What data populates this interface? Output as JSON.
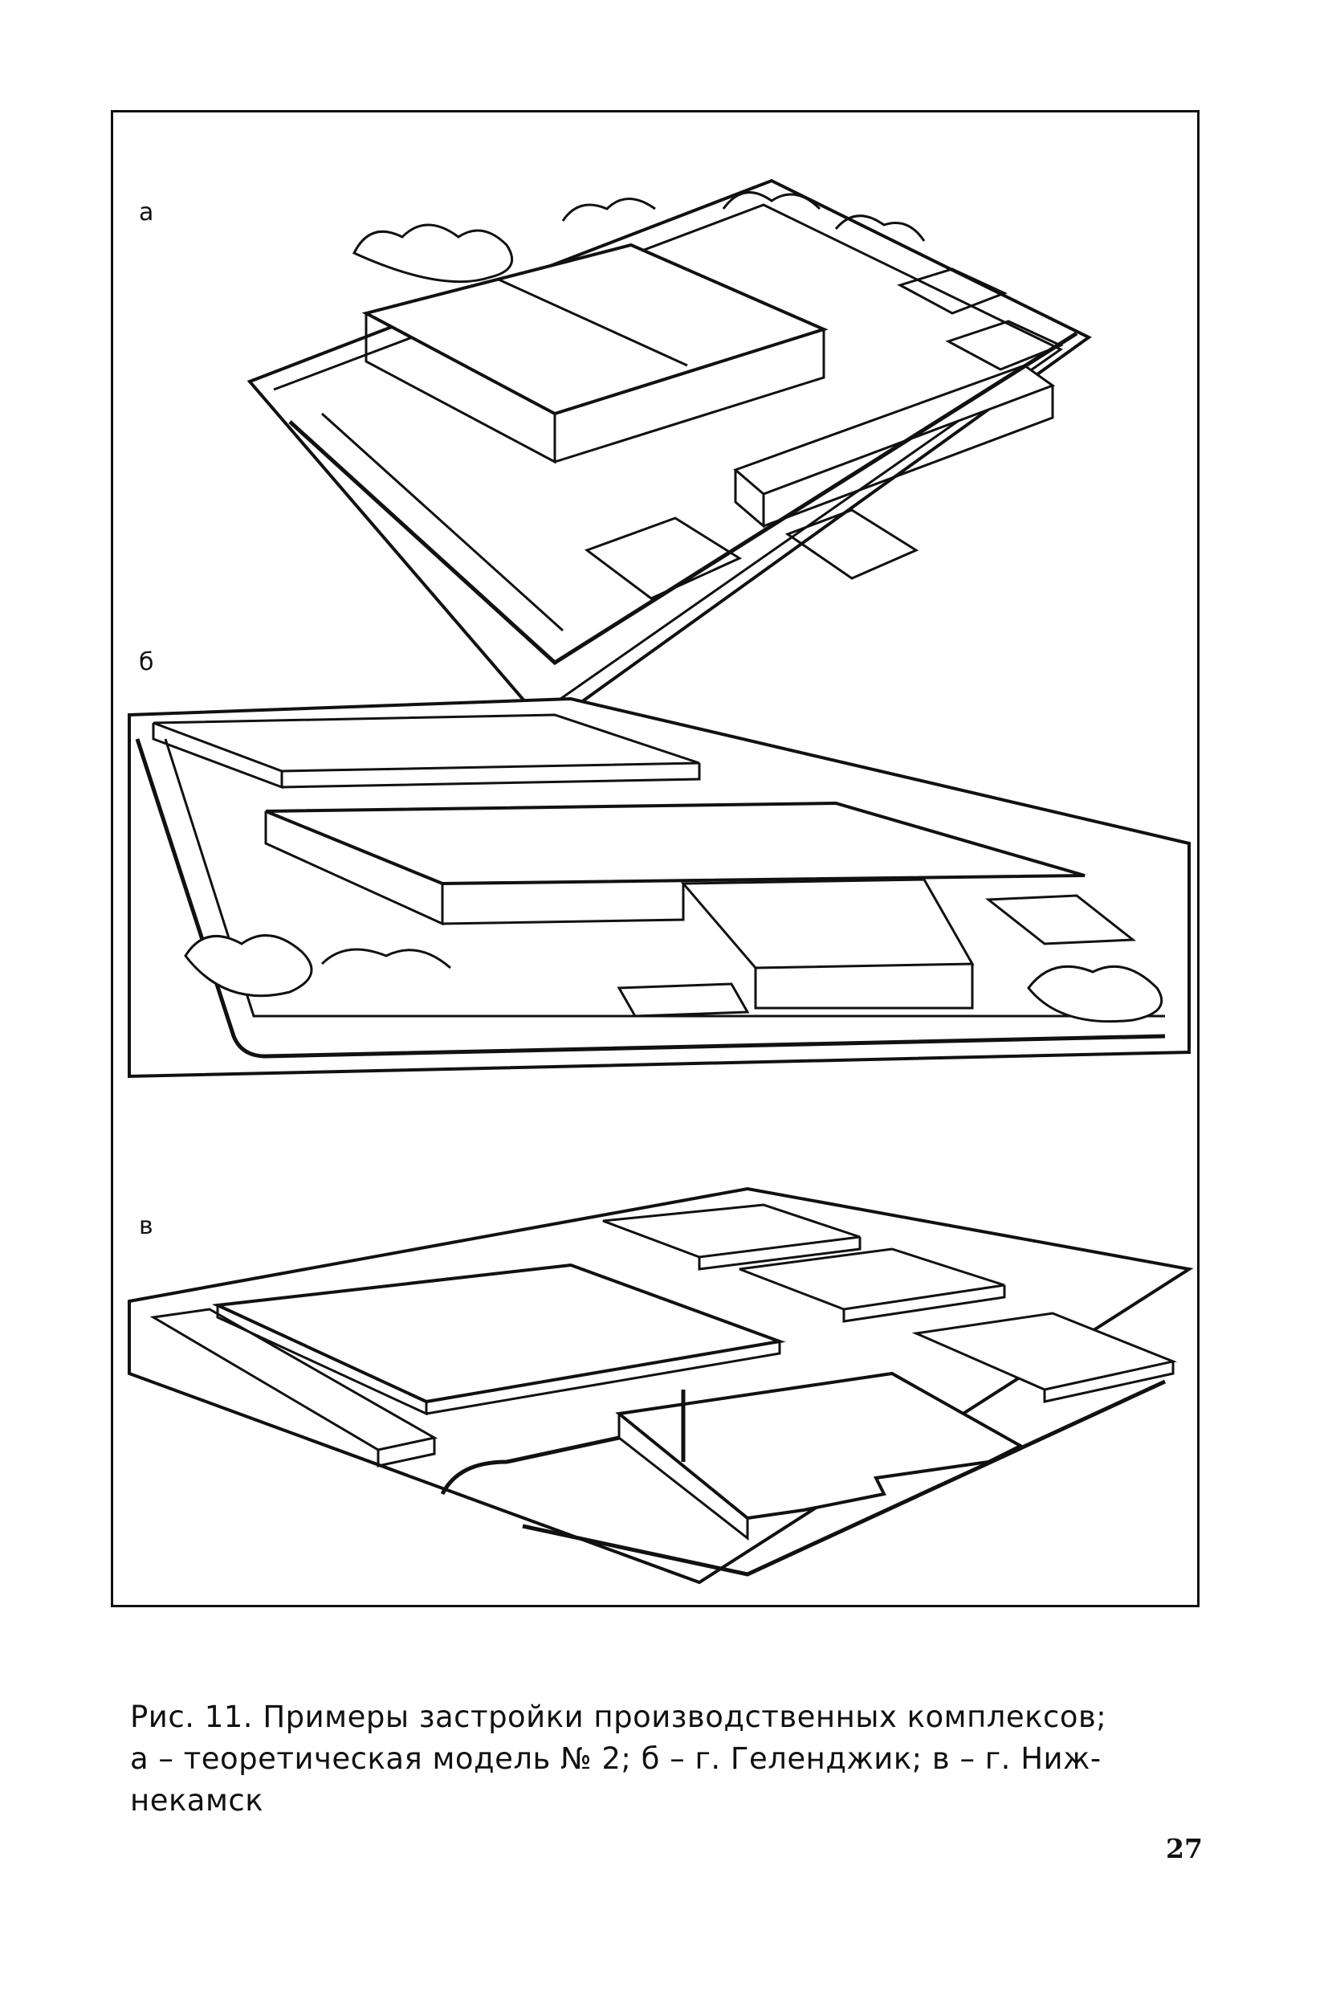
{
  "figure": {
    "panels": [
      {
        "label": "а"
      },
      {
        "label": "б"
      },
      {
        "label": "в"
      }
    ]
  },
  "caption": {
    "line1": "Рис. 11. Примеры застройки производственных   комплексов;",
    "line2": "а – теоретическая модель № 2; б – г. Геленджик; в – г. Ниж-",
    "line3": "некамск"
  },
  "page_number": "27",
  "colors": {
    "ink": "#111111",
    "paper": "#ffffff"
  }
}
